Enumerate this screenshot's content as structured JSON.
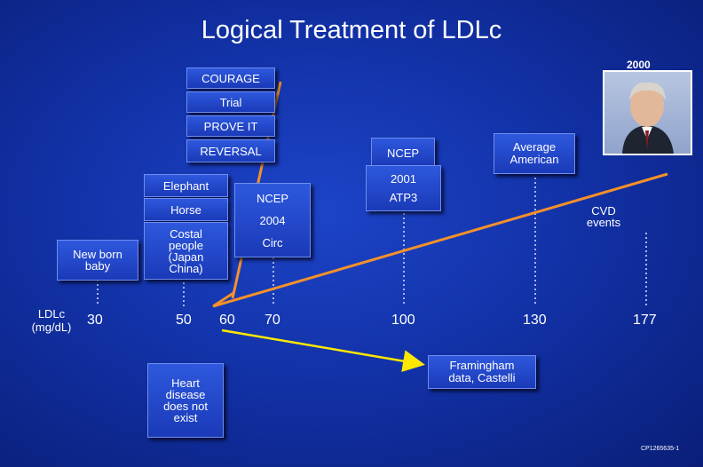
{
  "title": "Logical Treatment of LDLc",
  "year_2000": "2000",
  "courage_box": {
    "line1": "COURAGE",
    "line2": "Trial",
    "line3": "PROVE IT",
    "line4": "REVERSAL"
  },
  "ncep_top": "NCEP",
  "average_american": "Average American",
  "ncep_atp3": {
    "year": "2001",
    "label": "ATP3"
  },
  "cvd_events": "CVD events",
  "animals_box": {
    "elephant": "Elephant",
    "horse": "Horse",
    "costal": "Costal people",
    "japan": "(Japan China)"
  },
  "ncep_mid": {
    "label": "NCEP",
    "year": "2004",
    "circ": "Circ"
  },
  "newborn": "New born baby",
  "axis_label": "LDLc (mg/dL)",
  "ticks": [
    "30",
    "50",
    "60",
    "70",
    "100",
    "130",
    "177"
  ],
  "heart_disease": "Heart disease does not exist",
  "framingham": "Framingham data, Castelli",
  "footer_code": "CP1265635-1",
  "colors": {
    "orange_line": "#f4912a",
    "yellow_arrow": "#ffe800",
    "dotted_line": "#a9b6e8",
    "bg": "#1232a8"
  }
}
